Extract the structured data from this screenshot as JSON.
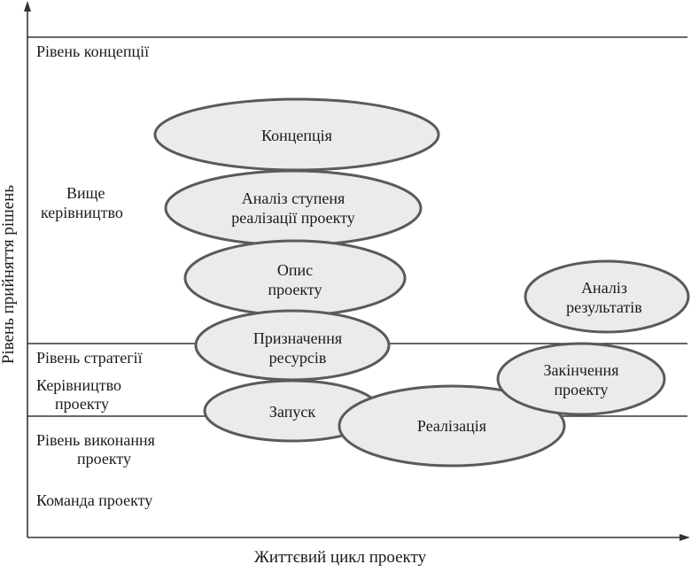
{
  "axes": {
    "y_label": "Рівень прийняття рішень",
    "x_label": "Життєвий цикл проекту"
  },
  "levels": {
    "concept": "Рівень концепції",
    "top_management": [
      "Вище",
      "керівництво"
    ],
    "strategy": "Рівень стратегії",
    "project_management": [
      "Керівництво",
      "проекту"
    ],
    "execution": [
      "Рівень виконання",
      "проекту"
    ],
    "project_team": "Команда проекту"
  },
  "stages": {
    "concept": "Концепція",
    "feasibility": [
      "Аналіз ступеня",
      "реалізації проекту"
    ],
    "description": [
      "Опис",
      "проекту"
    ],
    "resources": [
      "Призначення",
      "ресурсів"
    ],
    "launch": "Запуск",
    "implementation": "Реалізація",
    "completion": [
      "Закінчення",
      "проекту"
    ],
    "results": [
      "Аналіз",
      "результатів"
    ]
  }
}
